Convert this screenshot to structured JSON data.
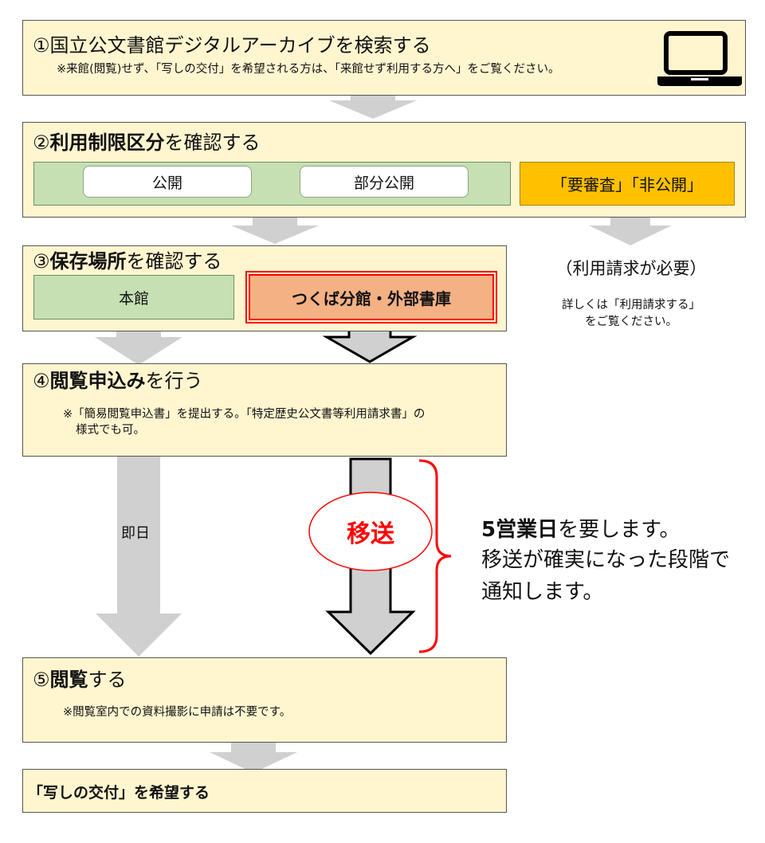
{
  "colors": {
    "step_box": "#fff6d0",
    "green_panel": "#c6e0b4",
    "orange_panel": "#ffc000",
    "salmon_box": "#f4b183",
    "red_accent": "#ff0000",
    "arrow_gray": "#d0d0d0"
  },
  "step1": {
    "title": "①国立公文書館デジタルアーカイブを検索する",
    "note": "※来館(閲覧)せず、「写しの交付」を希望される方は、「来館せず利用する方へ」をご覧ください。",
    "icon": "laptop-icon"
  },
  "step2": {
    "title_num": "②",
    "title_bold": "利用制限区分",
    "title_rest": "を確認する",
    "pill_public": "公開",
    "pill_partial": "部分公開",
    "restricted": "「要審査」「非公開」"
  },
  "side": {
    "required": "（利用請求が必要）",
    "details_line1": "詳しくは「利用請求する」",
    "details_line2": "をご覧ください。"
  },
  "step3": {
    "title_num": "③",
    "title_bold": "保存場所",
    "title_rest": "を確認する",
    "main_building": "本館",
    "annex": "つくば分館・外部書庫"
  },
  "step4": {
    "title_num": "④",
    "title_bold": "閲覧申込み",
    "title_rest": "を行う",
    "note_line1": "※「簡易閲覧申込書」を提出する。「特定歴史公文書等利用請求書」の",
    "note_line2": "様式でも可。"
  },
  "flow": {
    "same_day": "即日",
    "transfer": "移送",
    "transfer_days_bold": "5営業日",
    "transfer_days_rest": "を要します。",
    "transfer_notice_line1": "移送が確実になった段階で",
    "transfer_notice_line2": "通知します。"
  },
  "step5": {
    "title_num": "⑤",
    "title_bold": "閲覧",
    "title_rest": "する",
    "note": "※閲覧室内での資料撮影に申請は不要です。"
  },
  "final": {
    "label": "「写しの交付」を希望する"
  }
}
